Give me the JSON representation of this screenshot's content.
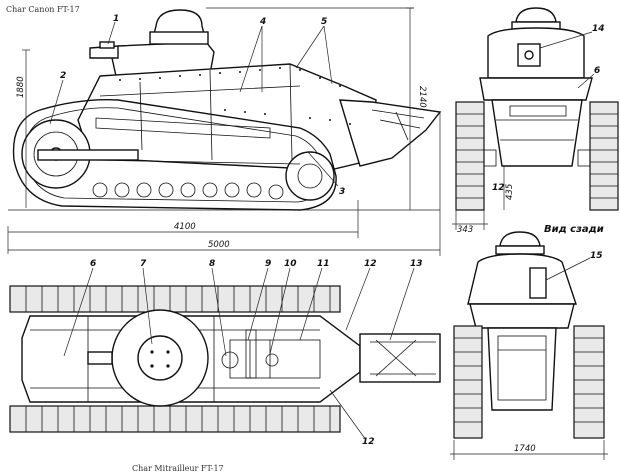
{
  "captions": {
    "top_left": "Char Canon FT-17",
    "bottom": "Char Mitrailleur FT-17",
    "rear_view": "Вид сзади"
  },
  "dimensions": {
    "height_left": "1880",
    "height_right": "2140",
    "hull_length": "4100",
    "total_length": "5000",
    "ground_clearance": "435",
    "track_width": "343",
    "overall_width": "1740"
  },
  "callouts": {
    "c1": "1",
    "c2": "2",
    "c3": "3",
    "c4": "4",
    "c5": "5",
    "c6a": "6",
    "c14": "14",
    "c6b": "6",
    "c7": "7",
    "c8": "8",
    "c9": "9",
    "c10": "10",
    "c11": "11",
    "c12a": "12",
    "c13": "13",
    "c12b": "12",
    "c12c": "12",
    "c15": "15"
  }
}
